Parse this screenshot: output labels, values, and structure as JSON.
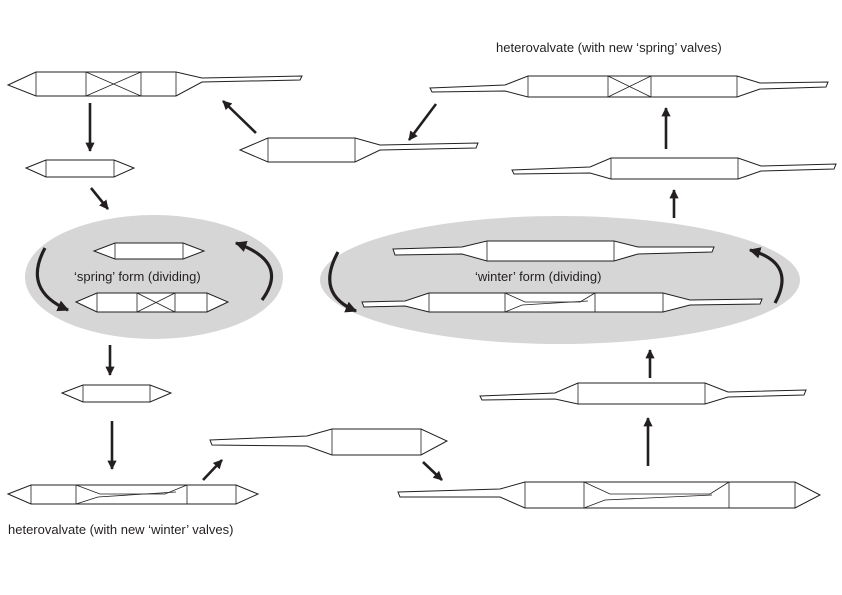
{
  "labels": {
    "heterovalvate_spring": "heterovalvate (with new ‘spring’ valves)",
    "spring_form": "‘spring’ form (dividing)",
    "winter_form": "‘winter’ form (dividing)",
    "heterovalvate_winter": "heterovalvate (with new ‘winter’ valves)"
  },
  "colors": {
    "stroke": "#231f20",
    "oval_fill": "#d6d6d6",
    "background": "#ffffff"
  }
}
